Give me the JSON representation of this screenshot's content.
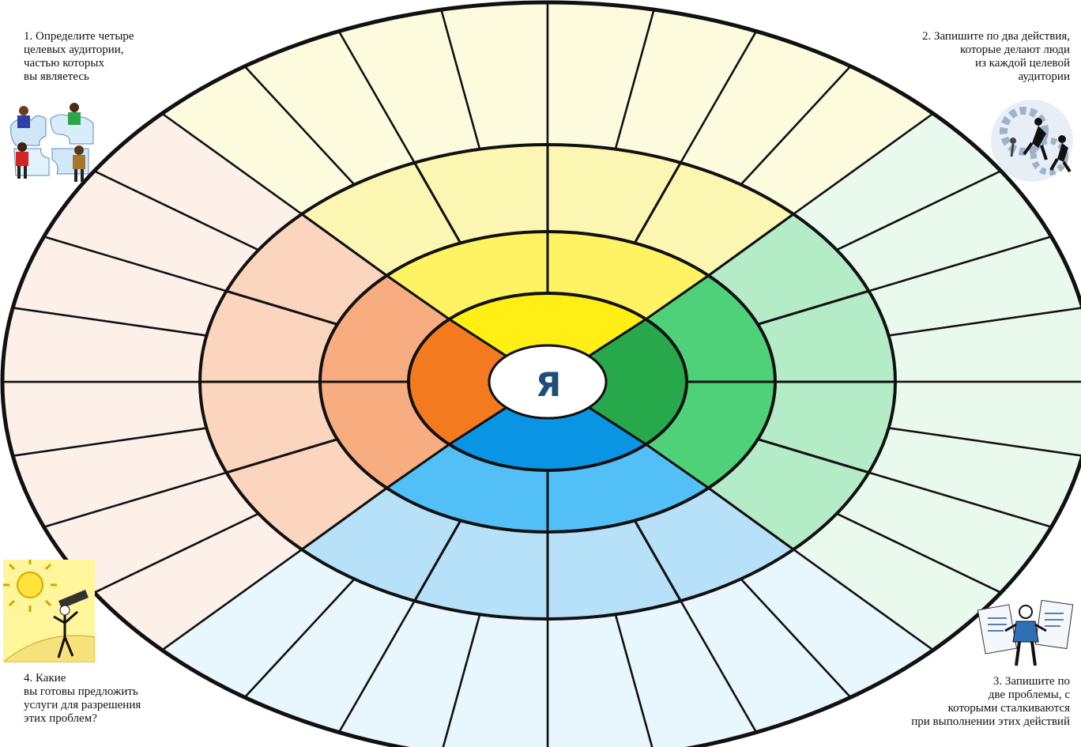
{
  "center": {
    "label": "Я"
  },
  "steps": [
    {
      "text": "1. Определите четыре\nцелевых аудитории,\nчастью которых\nвы являетесь",
      "icon": "people-puzzle-icon"
    },
    {
      "text": "2. Запишите по два действия,\nкоторые делают люди\nиз каждой целевой\nаудитории",
      "icon": "gears-people-icon"
    },
    {
      "text": "3. Запишите по\nдве проблемы, с\nкоторыми сталкиваются\nпри выполнении этих действий",
      "icon": "documents-person-icon"
    },
    {
      "text": "4. Какие\nвы готовы предложить\nуслуги для разрешения\nэтих проблем?",
      "icon": "sun-telescope-icon"
    }
  ],
  "colors": {
    "top": [
      "#ffef14",
      "#fff263",
      "#fbf7b2",
      "#fdfbde"
    ],
    "right": [
      "#27a84a",
      "#4fd17a",
      "#b4ecc7",
      "#e9f9ee"
    ],
    "bottom": [
      "#0a95e4",
      "#52c0f6",
      "#b6e1f9",
      "#e8f6fd"
    ],
    "left": [
      "#f47a1f",
      "#f7ad80",
      "#fbd5bd",
      "#fdf0e8"
    ],
    "line": "#111111"
  }
}
